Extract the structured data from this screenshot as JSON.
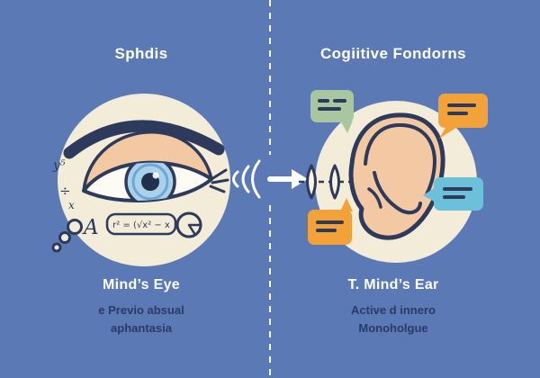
{
  "colors": {
    "background": "#5a79b5",
    "ink_navy": "#2d3a5c",
    "circle_cream": "#f2ecd9",
    "skin": "#f2c9a3",
    "iris_blue": "#a9d2ea",
    "bubble_green": "#a8c7a1",
    "bubble_orange": "#f3a23a",
    "bubble_teal": "#6cc0d9",
    "caption_navy": "#2b3a66",
    "white": "#ffffff"
  },
  "left_panel": {
    "heading": "Sphdis",
    "caption_title": "Mind’s Eye",
    "caption_line1": "e Previo absual",
    "caption_line2": "aphantasia",
    "doodles": {
      "symbol_y": "y⁵",
      "symbol_divide": "÷",
      "symbol_x": "x",
      "letter_a": "A",
      "formula": "r² = (√x² − x"
    }
  },
  "right_panel": {
    "heading": "Cogiitive Fondorns",
    "caption_title": "T. Mind’s Ear",
    "caption_line1": "Active d innero",
    "caption_line2": "Monoholgue"
  }
}
